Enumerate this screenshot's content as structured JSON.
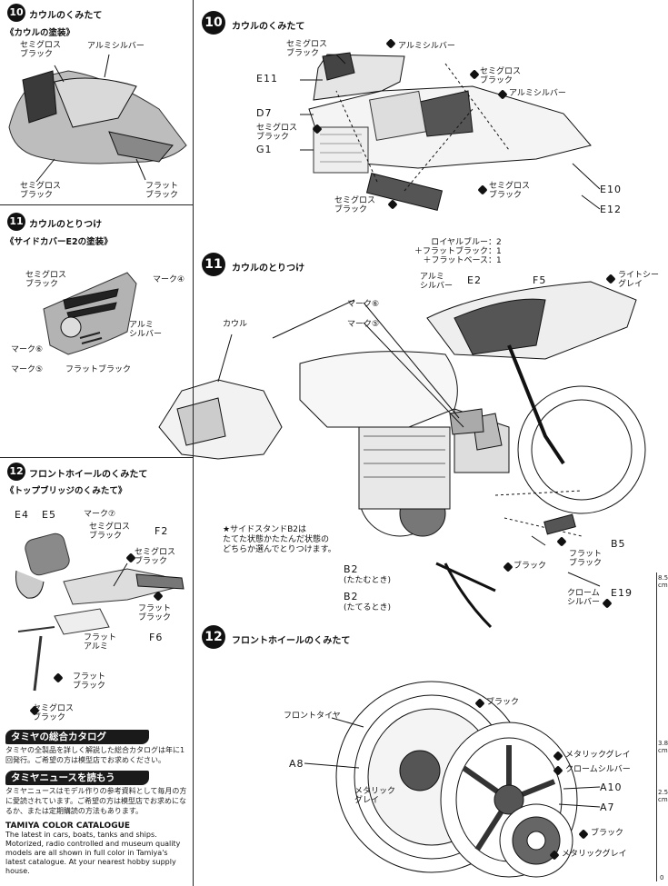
{
  "left": {
    "s10": {
      "num": "10",
      "title": "カウルのくみたて",
      "sub": "《カウルの塗装》",
      "labels": {
        "semi1": "セミグロス\nブラック",
        "alu": "アルミシルバー",
        "semi2": "セミグロス\nブラック",
        "flat": "フラット\nブラック"
      }
    },
    "s11": {
      "num": "11",
      "title": "カウルのとりつけ",
      "sub": "《サイドカバーE2の塗装》",
      "labels": {
        "semi": "セミグロス\nブラック",
        "mark4": "マーク④",
        "alu": "アルミ\nシルバー",
        "mark6": "マーク⑥",
        "mark5": "マーク⑤",
        "flat": "フラットブラック"
      }
    },
    "s12": {
      "num": "12",
      "title": "フロントホイールのくみたて",
      "sub": "《トップブリッジのくみたて》",
      "labels": {
        "e4": "E4",
        "e5": "E5",
        "mark7": "マーク⑦",
        "semi": "セミグロス\nブラック",
        "semi2": "セミグロス\nブラック",
        "f2": "F2",
        "flat": "フラット\nブラック",
        "flatalu": "フラット\nアルミ",
        "f6": "F6",
        "flat2": "フラット\nブラック",
        "semi3": "セミグロス\nブラック"
      }
    },
    "cat1": {
      "title": "タミヤの総合カタログ",
      "text": "タミヤの全製品を詳しく解説した総合カタログは年に1回発行。ご希望の方は模型店でお求めください。"
    },
    "cat2": {
      "title": "タミヤニュースを読もう",
      "text": "タミヤニュースはモデル作りの参考資料として毎月の方に愛読されています。ご希望の方は模型店でお求めになるか、または定期購読の方法もあります。"
    },
    "eng": {
      "title": "TAMIYA COLOR CATALOGUE",
      "text": "The latest in cars, boats, tanks and ships. Motorized, radio controlled and museum quality models are all shown in full color in Tamiya's latest catalogue. At your nearest hobby supply house."
    }
  },
  "right": {
    "s10": {
      "num": "10",
      "title": "カウルのくみたて",
      "labels": {
        "semi1": "セミグロス\nブラック",
        "alu1": "アルミシルバー",
        "e11": "E11",
        "semi2": "セミグロス\nブラック",
        "alu2": "アルミシルバー",
        "d7": "D7",
        "semi3": "セミグロス\nブラック",
        "g1": "G1",
        "semi4": "セミグロス\nブラック",
        "e10": "E10",
        "semi5": "セミグロス\nブラック",
        "e12": "E12"
      }
    },
    "s11": {
      "num": "11",
      "title": "カウルのとりつけ",
      "labels": {
        "royal": "ロイヤルブルー：2\n＋フラットブラック：1\n＋フラットベース：1",
        "alu": "アルミ\nシルバー",
        "e2": "E2",
        "f5": "F5",
        "lightgray": "ライトシー\nグレイ",
        "mark6": "マーク⑥",
        "mark5": "マーク⑤",
        "cowl": "カウル",
        "stand": "★サイドスタンドB2は\nたてた状態かたたんだ状態の\nどちらか選んでとりつけます。",
        "b2a": "B2",
        "b2a_sub": "(たたむとき)",
        "b2b": "B2",
        "b2b_sub": "(たてるとき)",
        "flat": "フラット\nブラック",
        "black": "ブラック",
        "b5": "B5",
        "chrome": "クローム\nシルバー",
        "e19": "E19"
      }
    },
    "s12": {
      "num": "12",
      "title": "フロントホイールのくみたて",
      "labels": {
        "black1": "ブラック",
        "tire": "フロントタイヤ",
        "a8": "A8",
        "metal1": "メタリックグレイ",
        "chrome": "クロームシルバー",
        "metal2": "メタリック\nグレイ",
        "a10": "A10",
        "a7": "A7",
        "black2": "ブラック",
        "metal3": "メタリックグレイ"
      }
    }
  },
  "ruler": {
    "top": "8.5\ncm",
    "mid": "3.8\ncm",
    "low": "2.5\ncm",
    "bottom": "0"
  }
}
